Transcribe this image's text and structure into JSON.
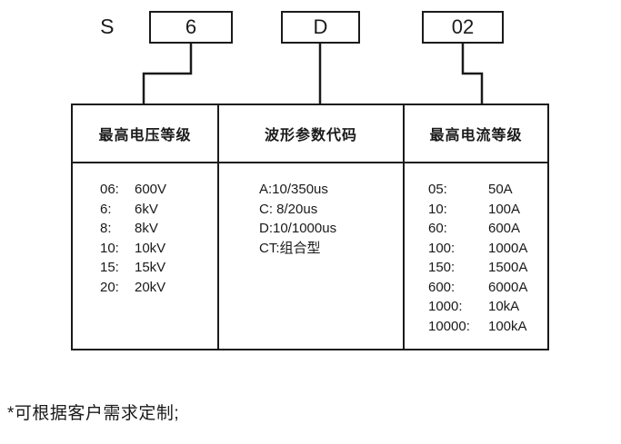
{
  "code_example": {
    "prefix": "S",
    "segments": [
      {
        "value": "6",
        "name": "voltage-code"
      },
      {
        "value": "D",
        "name": "waveform-code"
      },
      {
        "value": "02",
        "name": "current-code"
      }
    ]
  },
  "table": {
    "headers": [
      "最高电压等级",
      "波形参数代码",
      "最高电流等级"
    ],
    "voltage_levels": [
      {
        "code": "06:",
        "value": "600V"
      },
      {
        "code": "6:",
        "value": "6kV"
      },
      {
        "code": "8:",
        "value": "8kV"
      },
      {
        "code": "10:",
        "value": "10kV"
      },
      {
        "code": "15:",
        "value": "15kV"
      },
      {
        "code": "20:",
        "value": "20kV"
      }
    ],
    "waveform_codes": [
      "A:10/350us",
      "C: 8/20us",
      "D:10/1000us",
      "CT:组合型"
    ],
    "current_levels": [
      {
        "code": "05:",
        "value": "50A"
      },
      {
        "code": "10:",
        "value": "100A"
      },
      {
        "code": "60:",
        "value": "600A"
      },
      {
        "code": "100:",
        "value": "1000A"
      },
      {
        "code": "150:",
        "value": "1500A"
      },
      {
        "code": "600:",
        "value": "6000A"
      },
      {
        "code": "1000:",
        "value": "10kA"
      },
      {
        "code": "10000:",
        "value": "100kA"
      }
    ]
  },
  "footnote": "*可根据客户需求定制;",
  "colors": {
    "line": "#1a1a1a",
    "text": "#1a1a1a",
    "background": "#ffffff"
  }
}
